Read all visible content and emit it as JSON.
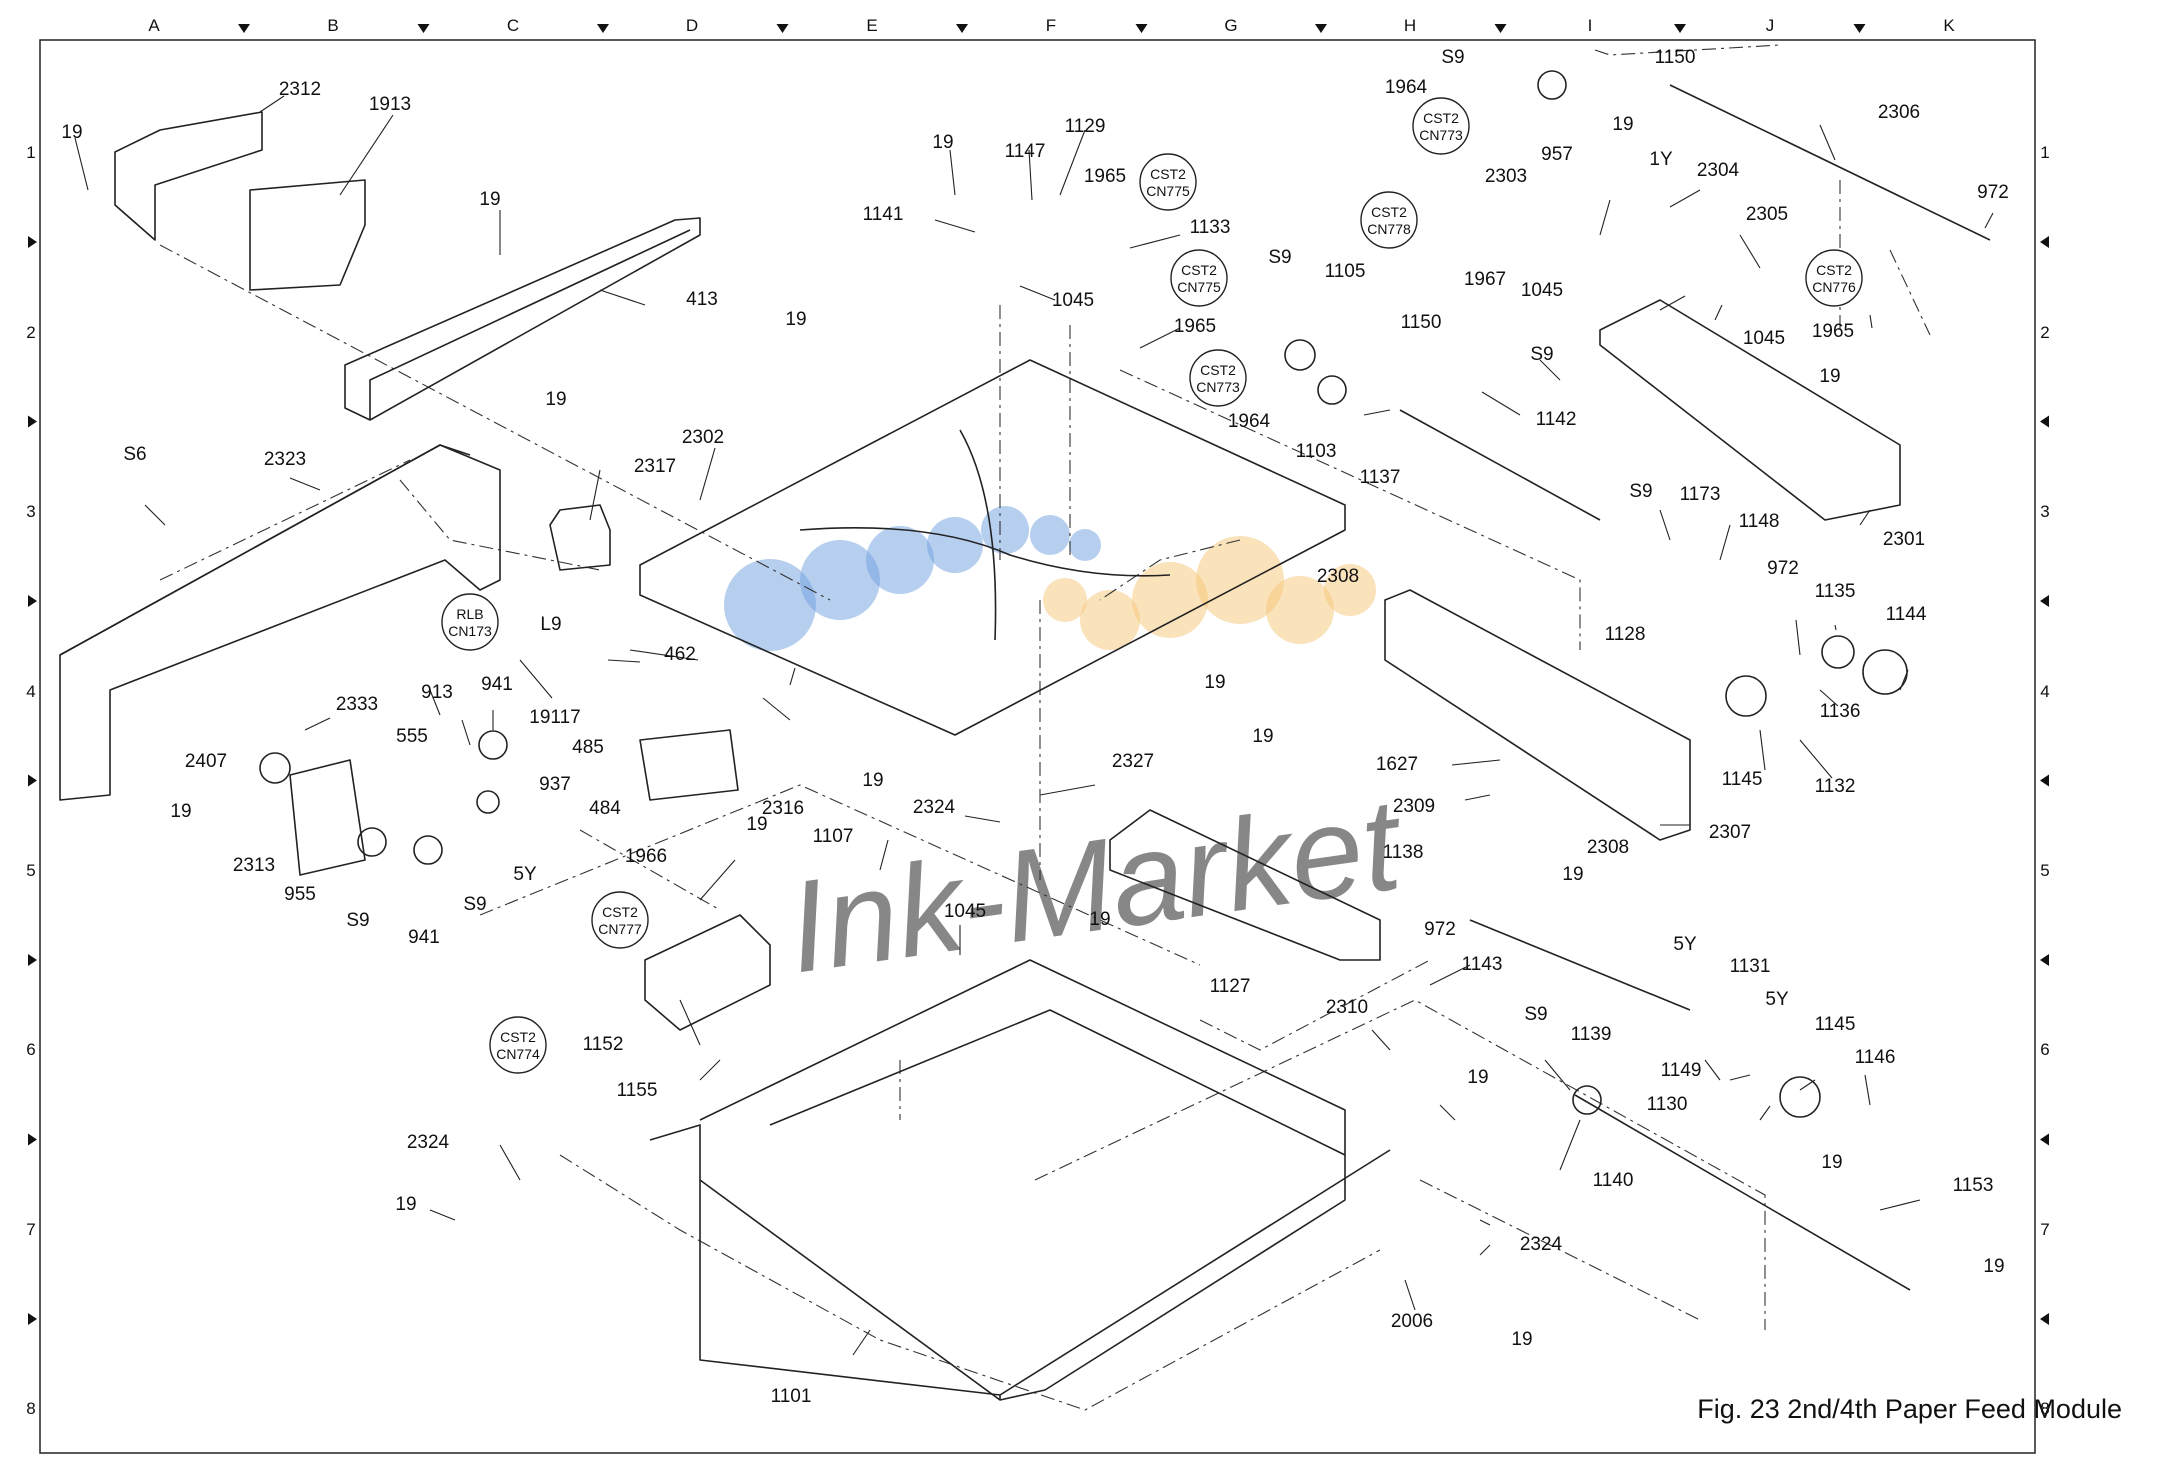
{
  "grid": {
    "columns": [
      "A",
      "B",
      "C",
      "D",
      "E",
      "F",
      "G",
      "H",
      "I",
      "J",
      "K"
    ],
    "rows": [
      "1",
      "2",
      "3",
      "4",
      "5",
      "6",
      "7",
      "8"
    ]
  },
  "caption": "Fig. 23 2nd/4th Paper Feed Module",
  "watermark": {
    "text": "Ink-Market",
    "colors": [
      "#6f9fe0",
      "#f6c677",
      "#e9b3b3"
    ]
  },
  "connectors": [
    {
      "id": "cn775a",
      "line1": "CST2",
      "line2": "CN775"
    },
    {
      "id": "cn775b",
      "line1": "CST2",
      "line2": "CN775"
    },
    {
      "id": "cn773a",
      "line1": "CST2",
      "line2": "CN773"
    },
    {
      "id": "cn773b",
      "line1": "CST2",
      "line2": "CN773"
    },
    {
      "id": "cn778",
      "line1": "CST2",
      "line2": "CN778"
    },
    {
      "id": "cn776",
      "line1": "CST2",
      "line2": "CN776"
    },
    {
      "id": "cn173",
      "line1": "RLB",
      "line2": "CN173"
    },
    {
      "id": "cn777",
      "line1": "CST2",
      "line2": "CN777"
    },
    {
      "id": "cn774",
      "line1": "CST2",
      "line2": "CN774"
    }
  ],
  "parts": [
    {
      "id": "p2312",
      "label": "2312"
    },
    {
      "id": "p1913",
      "label": "1913"
    },
    {
      "id": "p19a",
      "label": "19"
    },
    {
      "id": "p19b",
      "label": "19"
    },
    {
      "id": "p413",
      "label": "413"
    },
    {
      "id": "pS6",
      "label": "S6"
    },
    {
      "id": "p2323",
      "label": "2323"
    },
    {
      "id": "p19c",
      "label": "19"
    },
    {
      "id": "p2317",
      "label": "2317"
    },
    {
      "id": "p2302",
      "label": "2302"
    },
    {
      "id": "pL9",
      "label": "L9"
    },
    {
      "id": "p462",
      "label": "462"
    },
    {
      "id": "p19117",
      "label": "19117"
    },
    {
      "id": "p485",
      "label": "485"
    },
    {
      "id": "p484",
      "label": "484"
    },
    {
      "id": "p2333",
      "label": "2333"
    },
    {
      "id": "p913",
      "label": "913"
    },
    {
      "id": "p941a",
      "label": "941"
    },
    {
      "id": "p555",
      "label": "555"
    },
    {
      "id": "p2407",
      "label": "2407"
    },
    {
      "id": "p19d",
      "label": "19"
    },
    {
      "id": "p937",
      "label": "937"
    },
    {
      "id": "p2313",
      "label": "2313"
    },
    {
      "id": "p955",
      "label": "955"
    },
    {
      "id": "pS9a",
      "label": "S9"
    },
    {
      "id": "p941b",
      "label": "941"
    },
    {
      "id": "pS9b",
      "label": "S9"
    },
    {
      "id": "p5Ya",
      "label": "5Y"
    },
    {
      "id": "p19e",
      "label": "19"
    },
    {
      "id": "p19f",
      "label": "19"
    },
    {
      "id": "p1129",
      "label": "1129"
    },
    {
      "id": "p1147",
      "label": "1147"
    },
    {
      "id": "p1965a",
      "label": "1965"
    },
    {
      "id": "p1141",
      "label": "1141"
    },
    {
      "id": "p1133",
      "label": "1133"
    },
    {
      "id": "p1045a",
      "label": "1045"
    },
    {
      "id": "p1965b",
      "label": "1965"
    },
    {
      "id": "p19g",
      "label": "19"
    },
    {
      "id": "p2316",
      "label": "2316"
    },
    {
      "id": "p19h",
      "label": "19"
    },
    {
      "id": "p1107",
      "label": "1107"
    },
    {
      "id": "p2324a",
      "label": "2324"
    },
    {
      "id": "p19i",
      "label": "19"
    },
    {
      "id": "p2327",
      "label": "2327"
    },
    {
      "id": "p1966",
      "label": "1966"
    },
    {
      "id": "p1045b",
      "label": "1045"
    },
    {
      "id": "p1152",
      "label": "1152"
    },
    {
      "id": "p1155",
      "label": "1155"
    },
    {
      "id": "p2324b",
      "label": "2324"
    },
    {
      "id": "p19j",
      "label": "19"
    },
    {
      "id": "p1101",
      "label": "1101"
    },
    {
      "id": "pS9c",
      "label": "S9"
    },
    {
      "id": "p1105",
      "label": "1105"
    },
    {
      "id": "p1964a",
      "label": "1964"
    },
    {
      "id": "p1103",
      "label": "1103"
    },
    {
      "id": "p1137",
      "label": "1137"
    },
    {
      "id": "p1150a",
      "label": "1150"
    },
    {
      "id": "pS9d",
      "label": "S9"
    },
    {
      "id": "p1142",
      "label": "1142"
    },
    {
      "id": "p2308a",
      "label": "2308"
    },
    {
      "id": "p19k",
      "label": "19"
    },
    {
      "id": "p19l",
      "label": "19"
    },
    {
      "id": "p1627",
      "label": "1627"
    },
    {
      "id": "p2309",
      "label": "2309"
    },
    {
      "id": "p2308b",
      "label": "2308"
    },
    {
      "id": "p2307",
      "label": "2307"
    },
    {
      "id": "p19m",
      "label": "19"
    },
    {
      "id": "p1138",
      "label": "1138"
    },
    {
      "id": "p972a",
      "label": "972"
    },
    {
      "id": "p1143",
      "label": "1143"
    },
    {
      "id": "p1127",
      "label": "1127"
    },
    {
      "id": "p2310",
      "label": "2310"
    },
    {
      "id": "p19n",
      "label": "19"
    },
    {
      "id": "p2006",
      "label": "2006"
    },
    {
      "id": "p2324c",
      "label": "2324"
    },
    {
      "id": "p19o",
      "label": "19"
    },
    {
      "id": "pS9e",
      "label": "S9"
    },
    {
      "id": "p1150b",
      "label": "1150"
    },
    {
      "id": "p1964b",
      "label": "1964"
    },
    {
      "id": "p957",
      "label": "957"
    },
    {
      "id": "p2306",
      "label": "2306"
    },
    {
      "id": "p19p",
      "label": "19"
    },
    {
      "id": "p1Y",
      "label": "1Y"
    },
    {
      "id": "p2304",
      "label": "2304"
    },
    {
      "id": "p2303",
      "label": "2303"
    },
    {
      "id": "p972b",
      "label": "972"
    },
    {
      "id": "p2305",
      "label": "2305"
    },
    {
      "id": "p1967",
      "label": "1967"
    },
    {
      "id": "p1045c",
      "label": "1045"
    },
    {
      "id": "p1045d",
      "label": "1045"
    },
    {
      "id": "p1965c",
      "label": "1965"
    },
    {
      "id": "p19q",
      "label": "19"
    },
    {
      "id": "p2301",
      "label": "2301"
    },
    {
      "id": "pS9f",
      "label": "S9"
    },
    {
      "id": "p1173",
      "label": "1173"
    },
    {
      "id": "p1148",
      "label": "1148"
    },
    {
      "id": "p972c",
      "label": "972"
    },
    {
      "id": "p1135",
      "label": "1135"
    },
    {
      "id": "p1144",
      "label": "1144"
    },
    {
      "id": "p1128",
      "label": "1128"
    },
    {
      "id": "p1136",
      "label": "1136"
    },
    {
      "id": "p1145a",
      "label": "1145"
    },
    {
      "id": "p1132",
      "label": "1132"
    },
    {
      "id": "p5Yb",
      "label": "5Y"
    },
    {
      "id": "p1131",
      "label": "1131"
    },
    {
      "id": "p5Yc",
      "label": "5Y"
    },
    {
      "id": "pS9g",
      "label": "S9"
    },
    {
      "id": "p1139",
      "label": "1139"
    },
    {
      "id": "p1145b",
      "label": "1145"
    },
    {
      "id": "p1146",
      "label": "1146"
    },
    {
      "id": "p1149",
      "label": "1149"
    },
    {
      "id": "p1130",
      "label": "1130"
    },
    {
      "id": "p19r",
      "label": "19"
    },
    {
      "id": "p1140",
      "label": "1140"
    },
    {
      "id": "p1153",
      "label": "1153"
    },
    {
      "id": "p19s",
      "label": "19"
    }
  ]
}
